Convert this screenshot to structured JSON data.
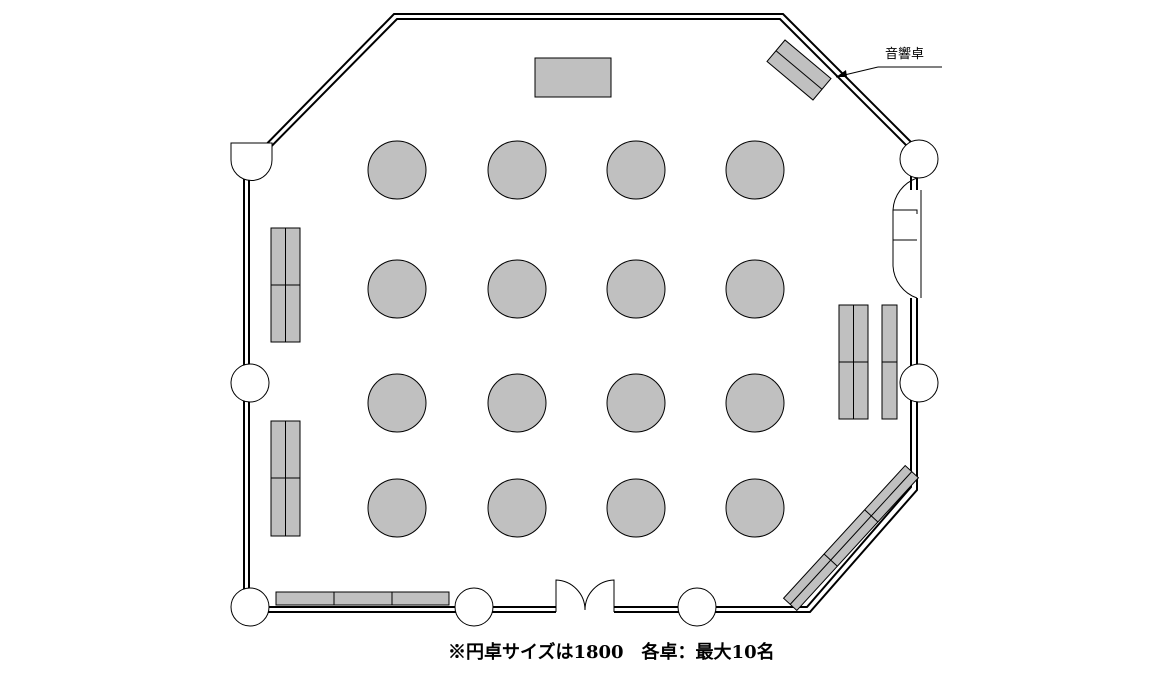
{
  "labels": {
    "audio_desk": "音響卓",
    "note": "※円卓サイズは1800　各卓：最大10名"
  },
  "table_layout": {
    "rows": 4,
    "columns": 4
  },
  "colors": {
    "furniture_fill": "#c0c0c0",
    "line": "#000000",
    "background": "#ffffff"
  }
}
